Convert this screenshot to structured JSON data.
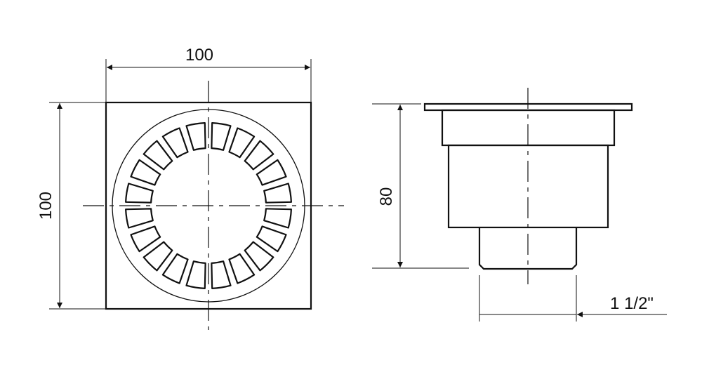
{
  "top_view": {
    "width_label": "100",
    "height_label": "100",
    "slot_count": 20
  },
  "side_view": {
    "height_label": "80",
    "outlet_label": "1 1/2\""
  },
  "colors": {
    "line": "#111111",
    "background": "#ffffff"
  }
}
